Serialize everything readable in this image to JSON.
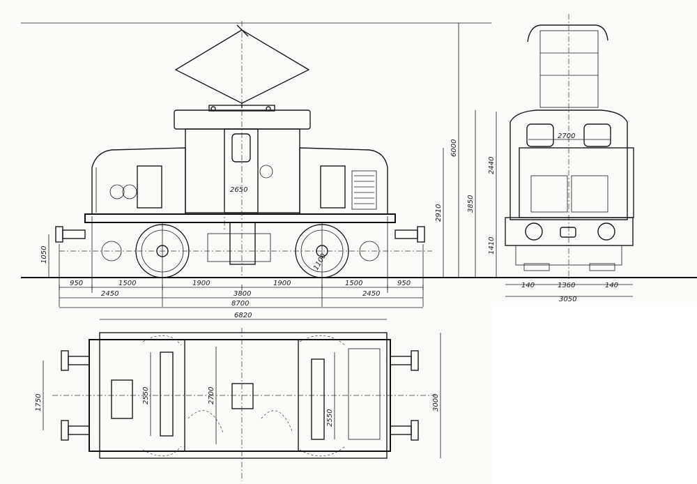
{
  "side_view": {
    "horizontal_dims": {
      "row1": [
        "950",
        "1500",
        "1900",
        "1900",
        "1500",
        "950"
      ],
      "row2": [
        "2450",
        "3800",
        "2450"
      ],
      "overall": "8700"
    },
    "vertical_dims": {
      "height_total": "6000",
      "height_roof": "3850",
      "height_cab": "2910",
      "buffer_height": "1050"
    },
    "inner_labels": {
      "cab_width": "2650",
      "wheel_dia": "1100"
    }
  },
  "end_view": {
    "top_width": "2700",
    "vertical_dims": {
      "upper": "2440",
      "lower": "1410"
    },
    "bottom_dims": [
      "140",
      "1360",
      "140"
    ],
    "overall_width": "3050"
  },
  "plan_view": {
    "overall_length": "6820",
    "overall_width": "3000",
    "buffer_spacing": "1750",
    "inner_dims": [
      "2550",
      "2700",
      "2550"
    ]
  },
  "colors": {
    "ink": "#1a1a1a",
    "paper": "#fbfbf9"
  }
}
